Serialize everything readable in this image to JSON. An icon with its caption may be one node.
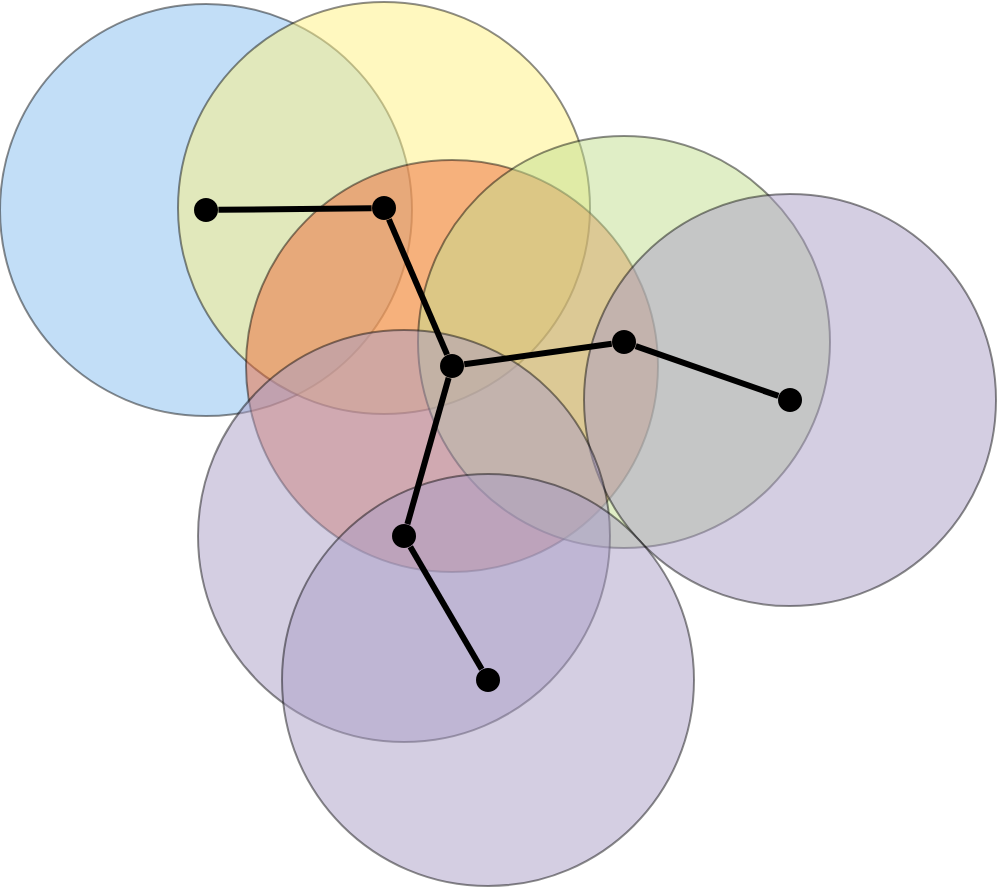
{
  "diagram": {
    "nodes": [
      {
        "text": [],
        "shape": "dot"
      },
      {
        "text": [],
        "shape": "dot"
      },
      {
        "text": [],
        "shape": "dot"
      },
      {
        "text": [],
        "shape": "dot"
      },
      {
        "text": [],
        "shape": "dot"
      },
      {
        "text": [],
        "shape": "dot"
      },
      {
        "text": [],
        "shape": "dot"
      }
    ],
    "edges": [
      {
        "from": 0,
        "to": 1,
        "arrow": "none"
      },
      {
        "from": 1,
        "to": 2,
        "arrow": "none"
      },
      {
        "from": 2,
        "to": 3,
        "arrow": "none"
      },
      {
        "from": 3,
        "to": 4,
        "arrow": "none"
      },
      {
        "from": 2,
        "to": 5,
        "arrow": "none"
      },
      {
        "from": 5,
        "to": 6,
        "arrow": "none"
      }
    ]
  }
}
